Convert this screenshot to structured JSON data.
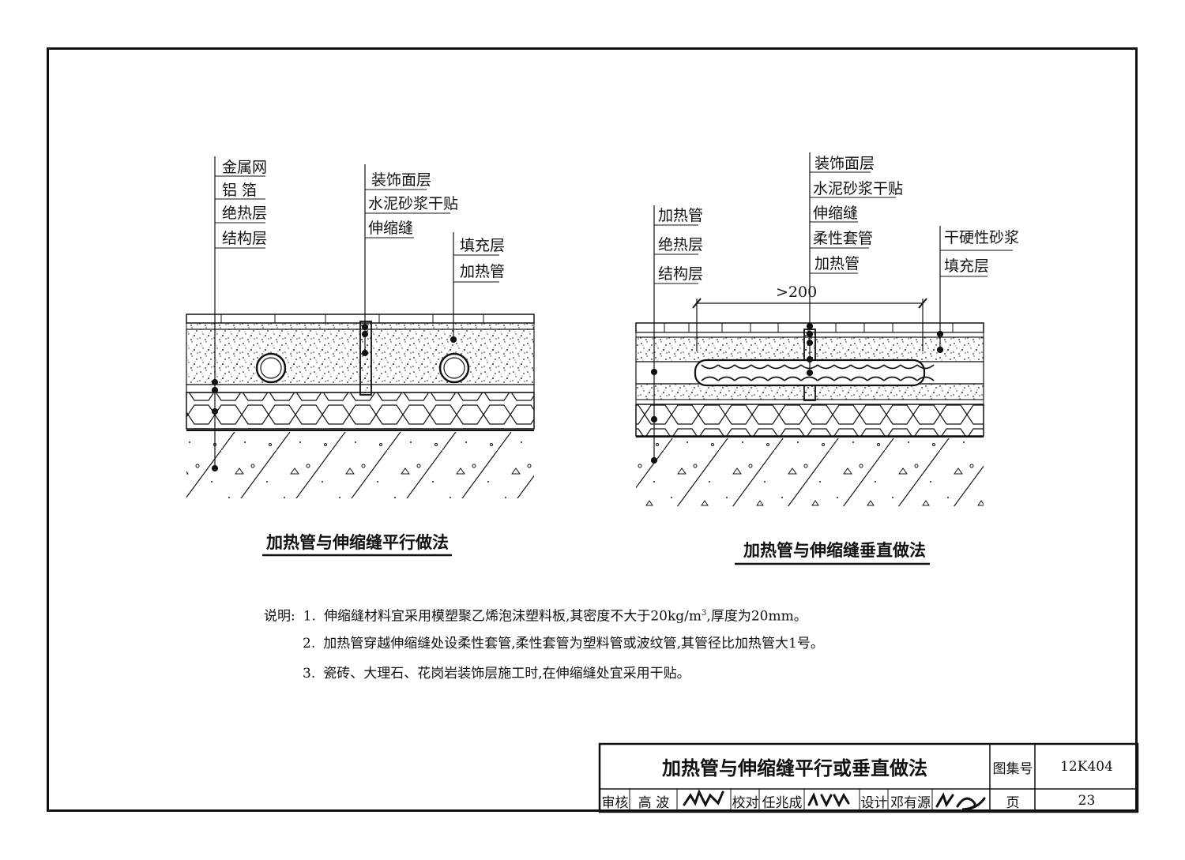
{
  "left_detail": {
    "labels_a": [
      "金属网",
      "铝 箔",
      "绝热层",
      "结构层"
    ],
    "labels_b": [
      "装饰面层",
      "水泥砂浆干贴",
      "伸缩缝"
    ],
    "labels_c": [
      "填充层",
      "加热管"
    ],
    "caption": "加热管与伸缩缝平行做法"
  },
  "right_detail": {
    "labels_a": [
      "加热管",
      "绝热层",
      "结构层"
    ],
    "labels_b": [
      "装饰面层",
      "水泥砂浆干贴",
      "伸缩缝",
      "柔性套管",
      "加热管"
    ],
    "labels_c": [
      "干硬性砂浆",
      "填充层"
    ],
    "dimension": ">200",
    "caption": "加热管与伸缩缝垂直做法"
  },
  "notes": {
    "prefix": "说明:",
    "n1_num": "1.",
    "n1_a": "伸缩缝材料宜采用模塑聚乙烯泡沫塑料板,其密度不大于20kg/m",
    "n1_sup": "3",
    "n1_b": ",厚度为20mm。",
    "n2_num": "2.",
    "n2": "加热管穿越伸缩缝处设柔性套管,柔性套管为塑料管或波纹管,其管径比加热管大1号。",
    "n3_num": "3.",
    "n3": "瓷砖、大理石、花岗岩装饰层施工时,在伸缩缝处宜采用干贴。"
  },
  "title_block": {
    "title": "加热管与伸缩缝平行或垂直做法",
    "atlas_label": "图集号",
    "atlas_no": "12K404",
    "page_label": "页",
    "page_no": "23",
    "review_label": "审核",
    "reviewer": "高 波",
    "check_label": "校对",
    "checker": "任兆成",
    "design_label": "设计",
    "designer": "邓有源"
  }
}
